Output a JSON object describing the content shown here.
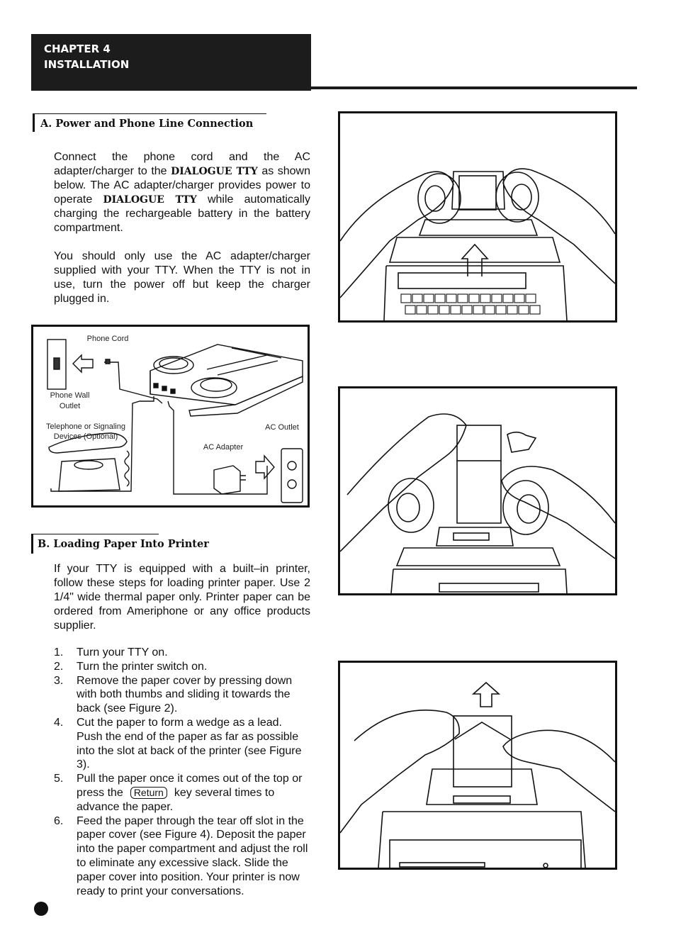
{
  "header": {
    "chapter": "CHAPTER 4",
    "title": "INSTALLATION"
  },
  "section_a": {
    "heading": "A.  Power and Phone Line Connection",
    "p1_pre": "Connect the phone cord and the AC adapter/charger to the ",
    "brand": "DIALOGUE TTY",
    "p1_mid": " as shown below.  The AC adapter/charger provides power to operate ",
    "p1_post": " while automatically charging the rechargeable battery in the battery compartment.",
    "p2": "You should only use the AC adapter/charger supplied with your TTY.  When the TTY is not in use, turn the power off but keep the charger plugged in."
  },
  "diagram": {
    "phone_cord": "Phone Cord",
    "wall_outlet_1": "Phone Wall",
    "wall_outlet_2": "Outlet",
    "telephone_1": "Telephone or Signaling",
    "telephone_2": "Devices (Optional)",
    "ac_outlet": "AC Outlet",
    "ac_adapter": "AC Adapter"
  },
  "section_b": {
    "heading": "B.  Loading Paper Into Printer",
    "intro": "If your TTY is equipped with a built–in printer, follow these steps for loading printer paper. Use 2 1/4\" wide thermal paper only.  Printer paper can be ordered from Ameriphone  or any office products supplier.",
    "steps": [
      {
        "n": "1.",
        "text": "Turn your TTY on."
      },
      {
        "n": "2.",
        "text": "Turn the printer switch on."
      },
      {
        "n": "3.",
        "text": "Remove the paper cover by pressing down with both thumbs and sliding it towards the back (see Figure 2)."
      },
      {
        "n": "4.",
        "text": "Cut the paper to form a wedge as a lead. Push the end of the paper as far as possible into the slot at back of the printer (see Figure 3)."
      }
    ],
    "step5": {
      "n": "5.",
      "pre": "Pull the paper once it comes out of the top or press the",
      "key": "Return",
      "post": "key several times to advance the paper."
    },
    "step6": {
      "n": "6.",
      "text": "Feed the paper through the tear off slot in the paper cover (see Figure 4).  Deposit the paper into the paper compartment and adjust the roll to eliminate any excessive slack.  Slide the paper cover into position.  Your printer is now ready to print your conversations."
    }
  }
}
